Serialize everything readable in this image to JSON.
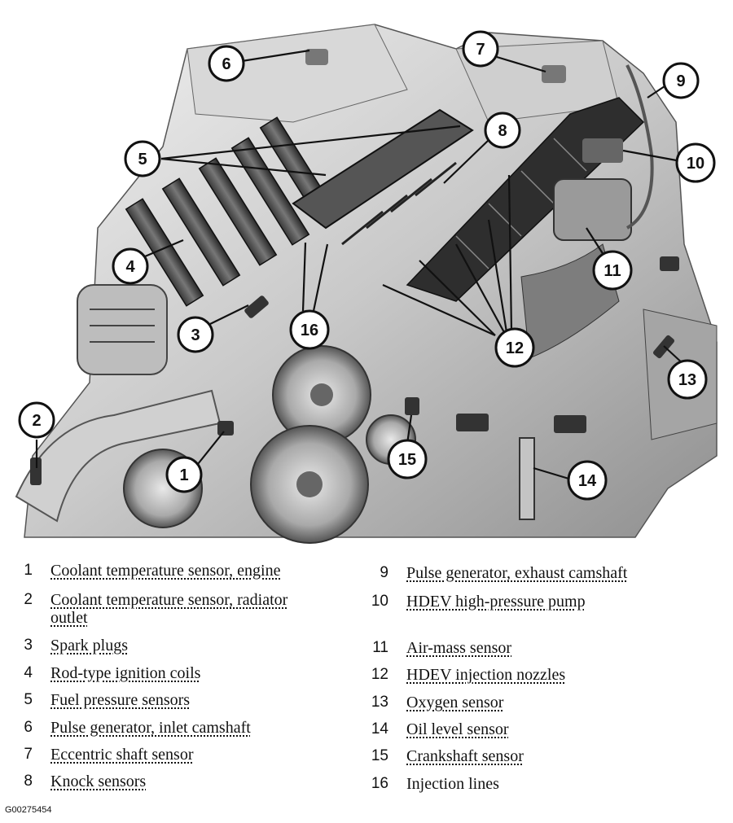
{
  "figure_id": "G00275454",
  "callouts": [
    "1",
    "2",
    "3",
    "4",
    "5",
    "6",
    "7",
    "8",
    "9",
    "10",
    "11",
    "12",
    "13",
    "14",
    "15",
    "16"
  ],
  "legend": [
    {
      "num": "1",
      "label": "Coolant temperature sensor, engine"
    },
    {
      "num": "2",
      "label": "Coolant temperature sensor, radiator outlet"
    },
    {
      "num": "3",
      "label": "Spark plugs"
    },
    {
      "num": "4",
      "label": "Rod-type ignition coils"
    },
    {
      "num": "5",
      "label": "Fuel pressure sensors"
    },
    {
      "num": "6",
      "label": "Pulse generator, inlet camshaft"
    },
    {
      "num": "7",
      "label": "Eccentric shaft sensor"
    },
    {
      "num": "8",
      "label": "Knock sensors"
    },
    {
      "num": "9",
      "label": "Pulse generator, exhaust camshaft"
    },
    {
      "num": "10",
      "label": "HDEV high-pressure pump"
    },
    {
      "num": "11",
      "label": "Air-mass sensor"
    },
    {
      "num": "12",
      "label": "HDEV injection nozzles"
    },
    {
      "num": "13",
      "label": "Oxygen sensor"
    },
    {
      "num": "14",
      "label": "Oil level sensor"
    },
    {
      "num": "15",
      "label": "Crankshaft sensor"
    },
    {
      "num": "16",
      "label": "Injection lines"
    }
  ]
}
